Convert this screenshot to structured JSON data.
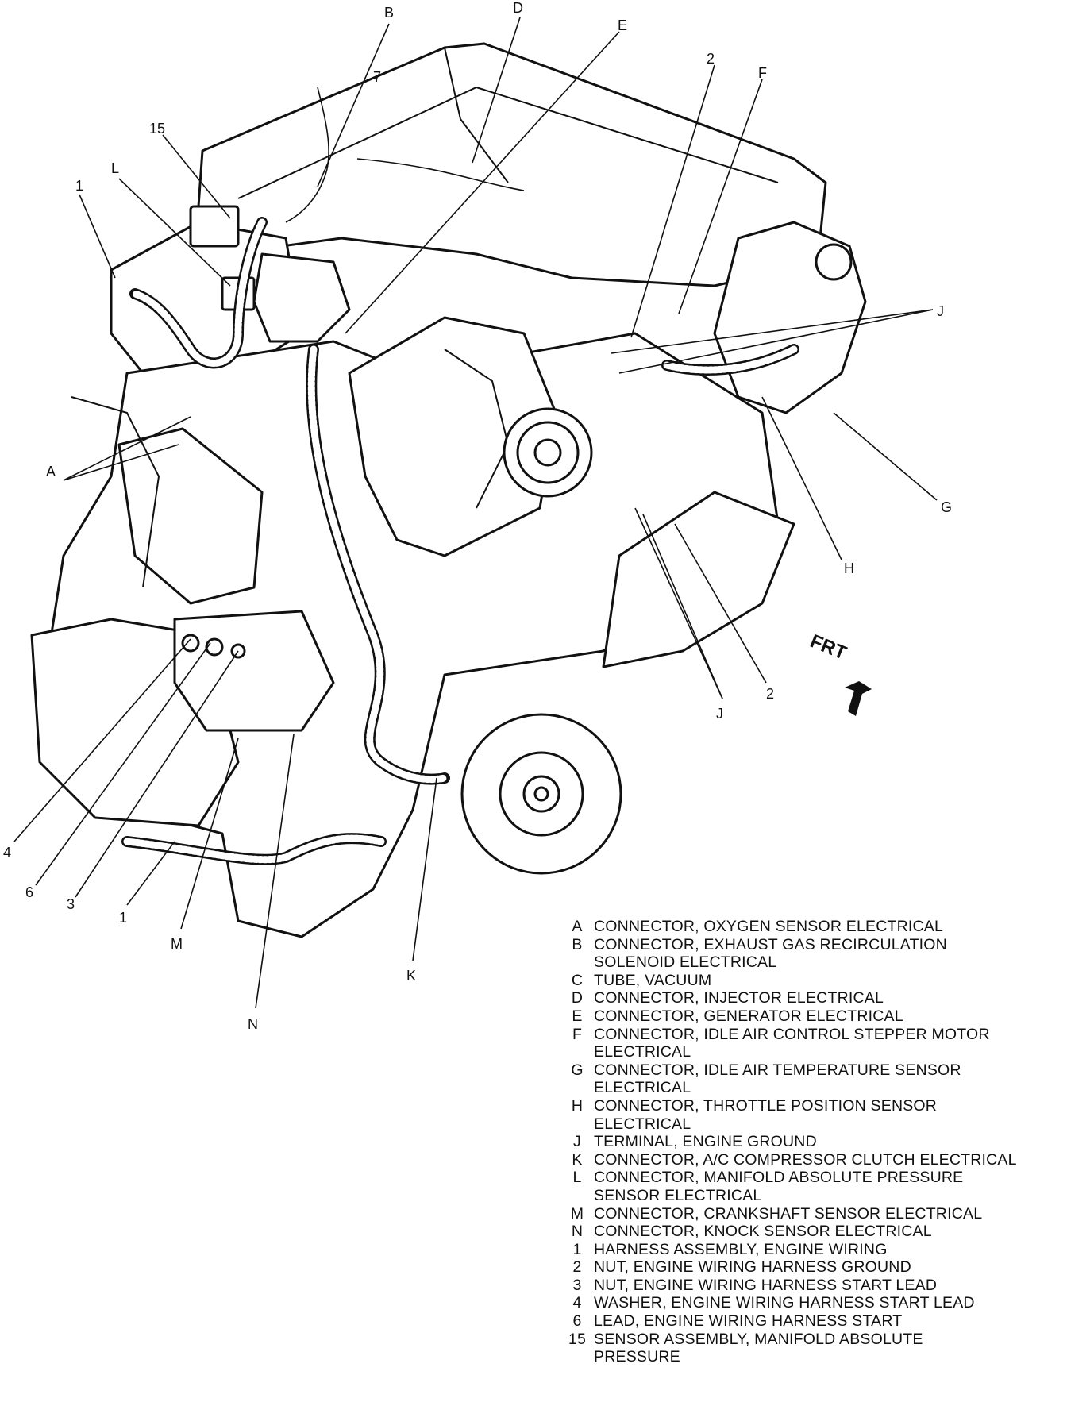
{
  "callouts": {
    "A": "A",
    "B": "B",
    "D": "D",
    "E": "E",
    "F": "F",
    "G": "G",
    "H": "H",
    "J_top": "J",
    "J_bottom": "J",
    "K": "K",
    "L": "L",
    "M": "M",
    "N": "N",
    "n1_top": "1",
    "n1_bottom": "1",
    "n2_top": "2",
    "n2_bottom": "2",
    "n3": "3",
    "n4": "4",
    "n6": "6",
    "n15": "15",
    "n7": "7",
    "frt": "FRT"
  },
  "legend": [
    {
      "key": "A",
      "text": "CONNECTOR, OXYGEN SENSOR ELECTRICAL"
    },
    {
      "key": "B",
      "text": "CONNECTOR, EXHAUST GAS RECIRCULATION\nSOLENOID ELECTRICAL"
    },
    {
      "key": "C",
      "text": "TUBE, VACUUM"
    },
    {
      "key": "D",
      "text": "CONNECTOR, INJECTOR ELECTRICAL"
    },
    {
      "key": "E",
      "text": "CONNECTOR, GENERATOR ELECTRICAL"
    },
    {
      "key": "F",
      "text": "CONNECTOR, IDLE AIR CONTROL STEPPER MOTOR\nELECTRICAL"
    },
    {
      "key": "G",
      "text": "CONNECTOR, IDLE AIR TEMPERATURE SENSOR\nELECTRICAL"
    },
    {
      "key": "H",
      "text": "CONNECTOR, THROTTLE POSITION SENSOR\nELECTRICAL"
    },
    {
      "key": "J",
      "text": "TERMINAL, ENGINE GROUND"
    },
    {
      "key": "K",
      "text": "CONNECTOR, A/C COMPRESSOR CLUTCH ELECTRICAL"
    },
    {
      "key": "L",
      "text": "CONNECTOR, MANIFOLD ABSOLUTE PRESSURE\nSENSOR ELECTRICAL"
    },
    {
      "key": "M",
      "text": "CONNECTOR, CRANKSHAFT SENSOR ELECTRICAL"
    },
    {
      "key": "N",
      "text": "CONNECTOR, KNOCK SENSOR ELECTRICAL"
    },
    {
      "key": "1",
      "text": "HARNESS ASSEMBLY, ENGINE WIRING"
    },
    {
      "key": "2",
      "text": "NUT, ENGINE WIRING HARNESS GROUND"
    },
    {
      "key": "3",
      "text": "NUT, ENGINE WIRING HARNESS START LEAD"
    },
    {
      "key": "4",
      "text": "WASHER, ENGINE WIRING HARNESS START LEAD"
    },
    {
      "key": "6",
      "text": "LEAD, ENGINE WIRING HARNESS START"
    },
    {
      "key": "15",
      "text": "SENSOR ASSEMBLY, MANIFOLD ABSOLUTE\nPRESSURE"
    }
  ]
}
